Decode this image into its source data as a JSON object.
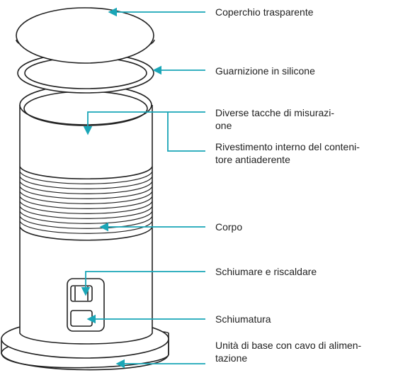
{
  "diagram": {
    "accent_color": "#1aa6b7",
    "drawing_color": "#222222",
    "labels": {
      "lid": "Coperchio trasparente",
      "gasket": "Guarnizione in silicone",
      "marks": [
        "Diverse tacche di misurazi-",
        "one"
      ],
      "coating": [
        "Rivestimento interno del conteni-",
        "tore antiaderente"
      ],
      "body": "Corpo",
      "froth_heat": "Schiumare e riscaldare",
      "froth": "Schiumatura",
      "base": [
        "Unità di base con cavo di alimen-",
        "tazione"
      ]
    }
  }
}
